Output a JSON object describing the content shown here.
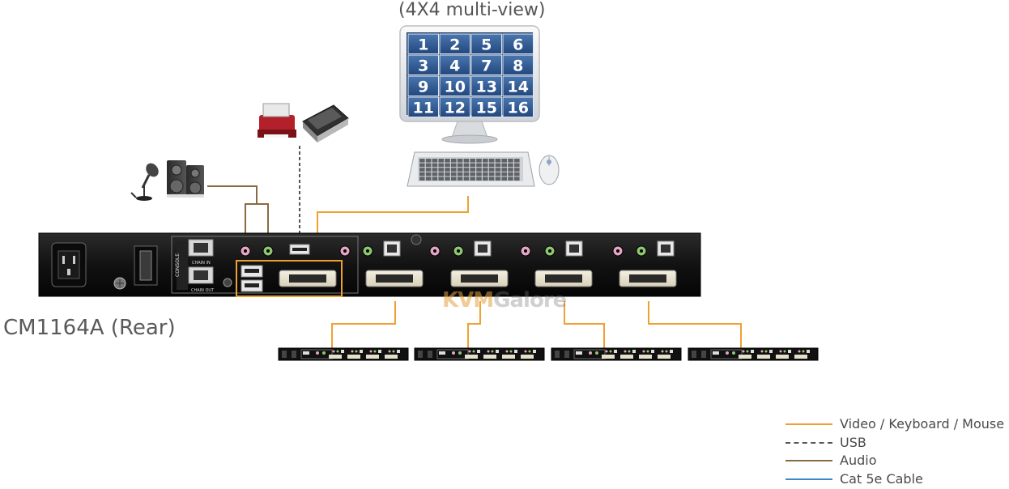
{
  "multiview_title": "(4X4 multi-view)",
  "grid_numbers": [
    "1",
    "2",
    "5",
    "6",
    "3",
    "4",
    "7",
    "8",
    "9",
    "10",
    "13",
    "14",
    "11",
    "12",
    "15",
    "16"
  ],
  "device_label": "CM1164A (Rear)",
  "watermark": {
    "part1": "KVM",
    "part2": "Galore"
  },
  "panel_labels": {
    "console": "CONSOLE",
    "chain_in": "CHAIN IN",
    "chain_out": "CHAIN OUT"
  },
  "legend": [
    {
      "label": "Video / Keyboard / Mouse",
      "color": "#f0a030",
      "style": "solid"
    },
    {
      "label": "USB",
      "color": "#555555",
      "style": "dashed"
    },
    {
      "label": "Audio",
      "color": "#8a6a40",
      "style": "solid"
    },
    {
      "label": "Cat 5e Cable",
      "color": "#3a8ac8",
      "style": "solid"
    }
  ],
  "colors": {
    "vkm": "#f0a030",
    "audio": "#8a6a40",
    "usb": "#555555",
    "cat5e": "#3a8ac8",
    "tile": "#2f5a94",
    "panel": "#151515"
  }
}
